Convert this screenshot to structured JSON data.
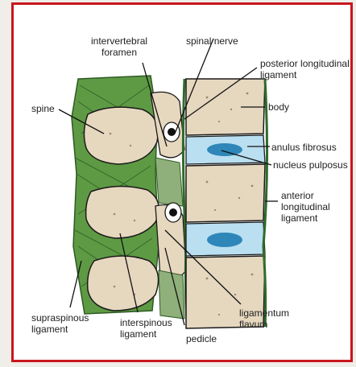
{
  "labels": {
    "intervertebral_foramen": [
      "intervertebral",
      "foramen"
    ],
    "spinal_nerve": "spinal nerve",
    "posterior_longitudinal_ligament": [
      "posterior longitudinal",
      "ligament"
    ],
    "spine": "spine",
    "body": "body",
    "anulus_fibrosus": "anulus fibrosus",
    "nucleus_pulposus": "nucleus pulposus",
    "anterior_longitudinal_ligament": [
      "anterior",
      "longitudinal",
      "ligament"
    ],
    "supraspinous_ligament": [
      "supraspinous",
      "ligament"
    ],
    "interspinous_ligament": [
      "interspinous",
      "ligament"
    ],
    "pedicle": "pedicle",
    "ligamentum_flavum": [
      "ligamentum",
      "flavum"
    ]
  },
  "colors": {
    "frame_border": "#c8161d",
    "bone": "#e6d7bf",
    "disc": "#b9dff1",
    "nucleus": "#2f86b8",
    "ligament_green": "#4f8a3a",
    "outline": "#1a1a1a"
  }
}
